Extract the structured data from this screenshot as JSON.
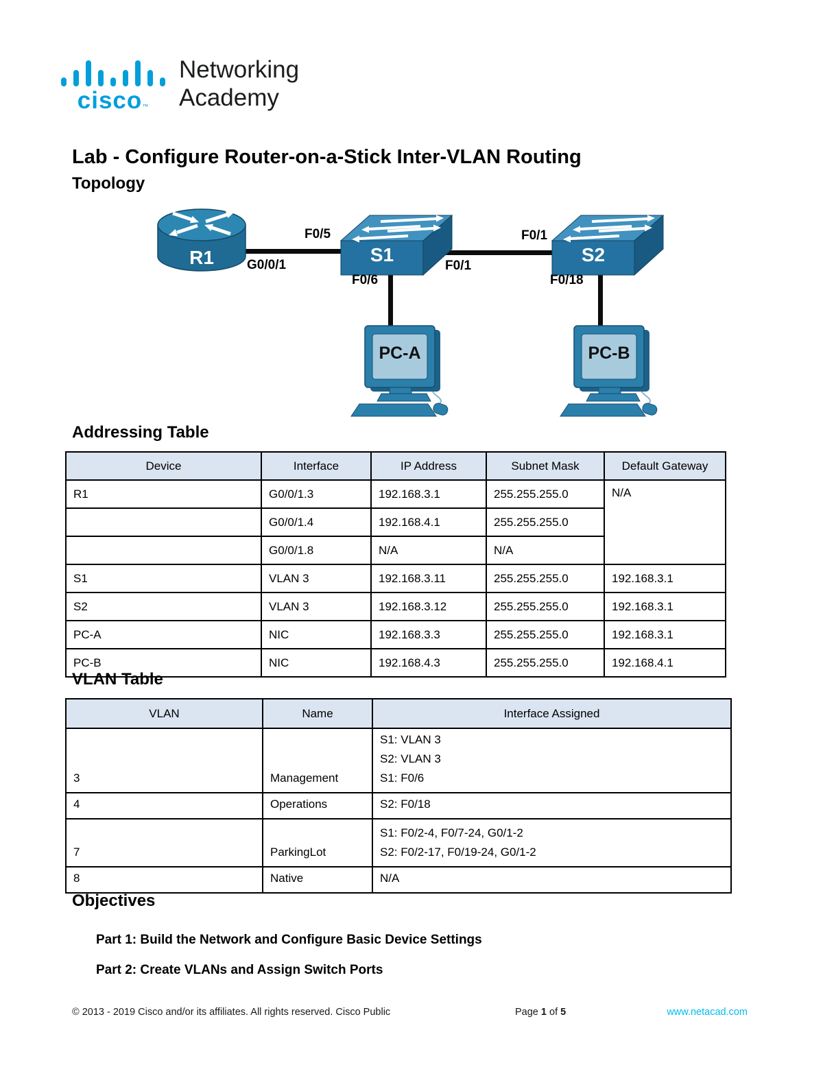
{
  "page": {
    "title": "Lab - Configure Router-on-a-Stick Inter-VLAN Routing"
  },
  "logo": {
    "brand": "cisco",
    "tm": "™",
    "line1": "Networking",
    "line2": "Academy",
    "color": "#049fd9"
  },
  "sections": {
    "topology": "Topology",
    "addressing": "Addressing Table",
    "vlan": "VLAN Table",
    "objectives": "Objectives"
  },
  "topology": {
    "devices": {
      "router": {
        "label": "R1"
      },
      "switch1": {
        "label": "S1"
      },
      "switch2": {
        "label": "S2"
      },
      "pca": {
        "label": "PC-A"
      },
      "pcb": {
        "label": "PC-B"
      }
    },
    "port_labels": {
      "r1_to_s1_router_side": "G0/0/1",
      "r1_to_s1_switch_side": "F0/5",
      "s1_to_s2_s1_side": "F0/1",
      "s1_to_s2_s2_side": "F0/1",
      "s1_to_pca": "F0/6",
      "s2_to_pcb": "F0/18"
    }
  },
  "addressing_table": {
    "headers": [
      "Device",
      "Interface",
      "IP Address",
      "Subnet Mask",
      "Default Gateway"
    ],
    "rows": [
      {
        "device": "R1",
        "interface": "G0/0/1.3",
        "ip": "192.168.3.1",
        "mask": "255.255.255.0",
        "gateway": "N/A"
      },
      {
        "device": "",
        "interface": "G0/0/1.4",
        "ip": "192.168.4.1",
        "mask": "255.255.255.0"
      },
      {
        "device": "",
        "interface": "G0/0/1.8",
        "ip": "N/A",
        "mask": "N/A"
      },
      {
        "device": "S1",
        "interface": "VLAN 3",
        "ip": "192.168.3.11",
        "mask": "255.255.255.0",
        "gateway": "192.168.3.1"
      },
      {
        "device": "S2",
        "interface": "VLAN 3",
        "ip": "192.168.3.12",
        "mask": "255.255.255.0",
        "gateway": "192.168.3.1"
      },
      {
        "device": "PC-A",
        "interface": "NIC",
        "ip": "192.168.3.3",
        "mask": "255.255.255.0",
        "gateway": "192.168.3.1"
      },
      {
        "device": "PC-B",
        "interface": "NIC",
        "ip": "192.168.4.3",
        "mask": "255.255.255.0",
        "gateway": "192.168.4.1"
      }
    ]
  },
  "vlan_table": {
    "headers": [
      "VLAN",
      "Name",
      "Interface Assigned"
    ],
    "rows": [
      {
        "vlan": "3",
        "name": "Management",
        "interfaces": "S1: VLAN 3\nS2: VLAN 3\nS1: F0/6"
      },
      {
        "vlan": "4",
        "name": "Operations",
        "interfaces": "S2: F0/18"
      },
      {
        "vlan": "7",
        "name": "ParkingLot",
        "interfaces": "S1: F0/2-4, F0/7-24, G0/1-2\nS2: F0/2-17, F0/19-24, G0/1-2"
      },
      {
        "vlan": "8",
        "name": "Native",
        "interfaces": "N/A"
      }
    ]
  },
  "objectives": {
    "items": [
      "Part 1: Build the Network and Configure Basic Device Settings",
      "Part 2: Create VLANs and Assign Switch Ports"
    ]
  },
  "footer": {
    "copyright": "© 2013 - 2019 Cisco and/or its affiliates. All rights reserved. Cisco Public",
    "page_word": "Page",
    "page_num": "1",
    "of_word": "of",
    "page_total": "5",
    "link": "www.netacad.com"
  },
  "colors": {
    "cisco_blue": "#049fd9",
    "link_blue": "#00bceb",
    "table_header_bg": "#dbe4f1"
  }
}
